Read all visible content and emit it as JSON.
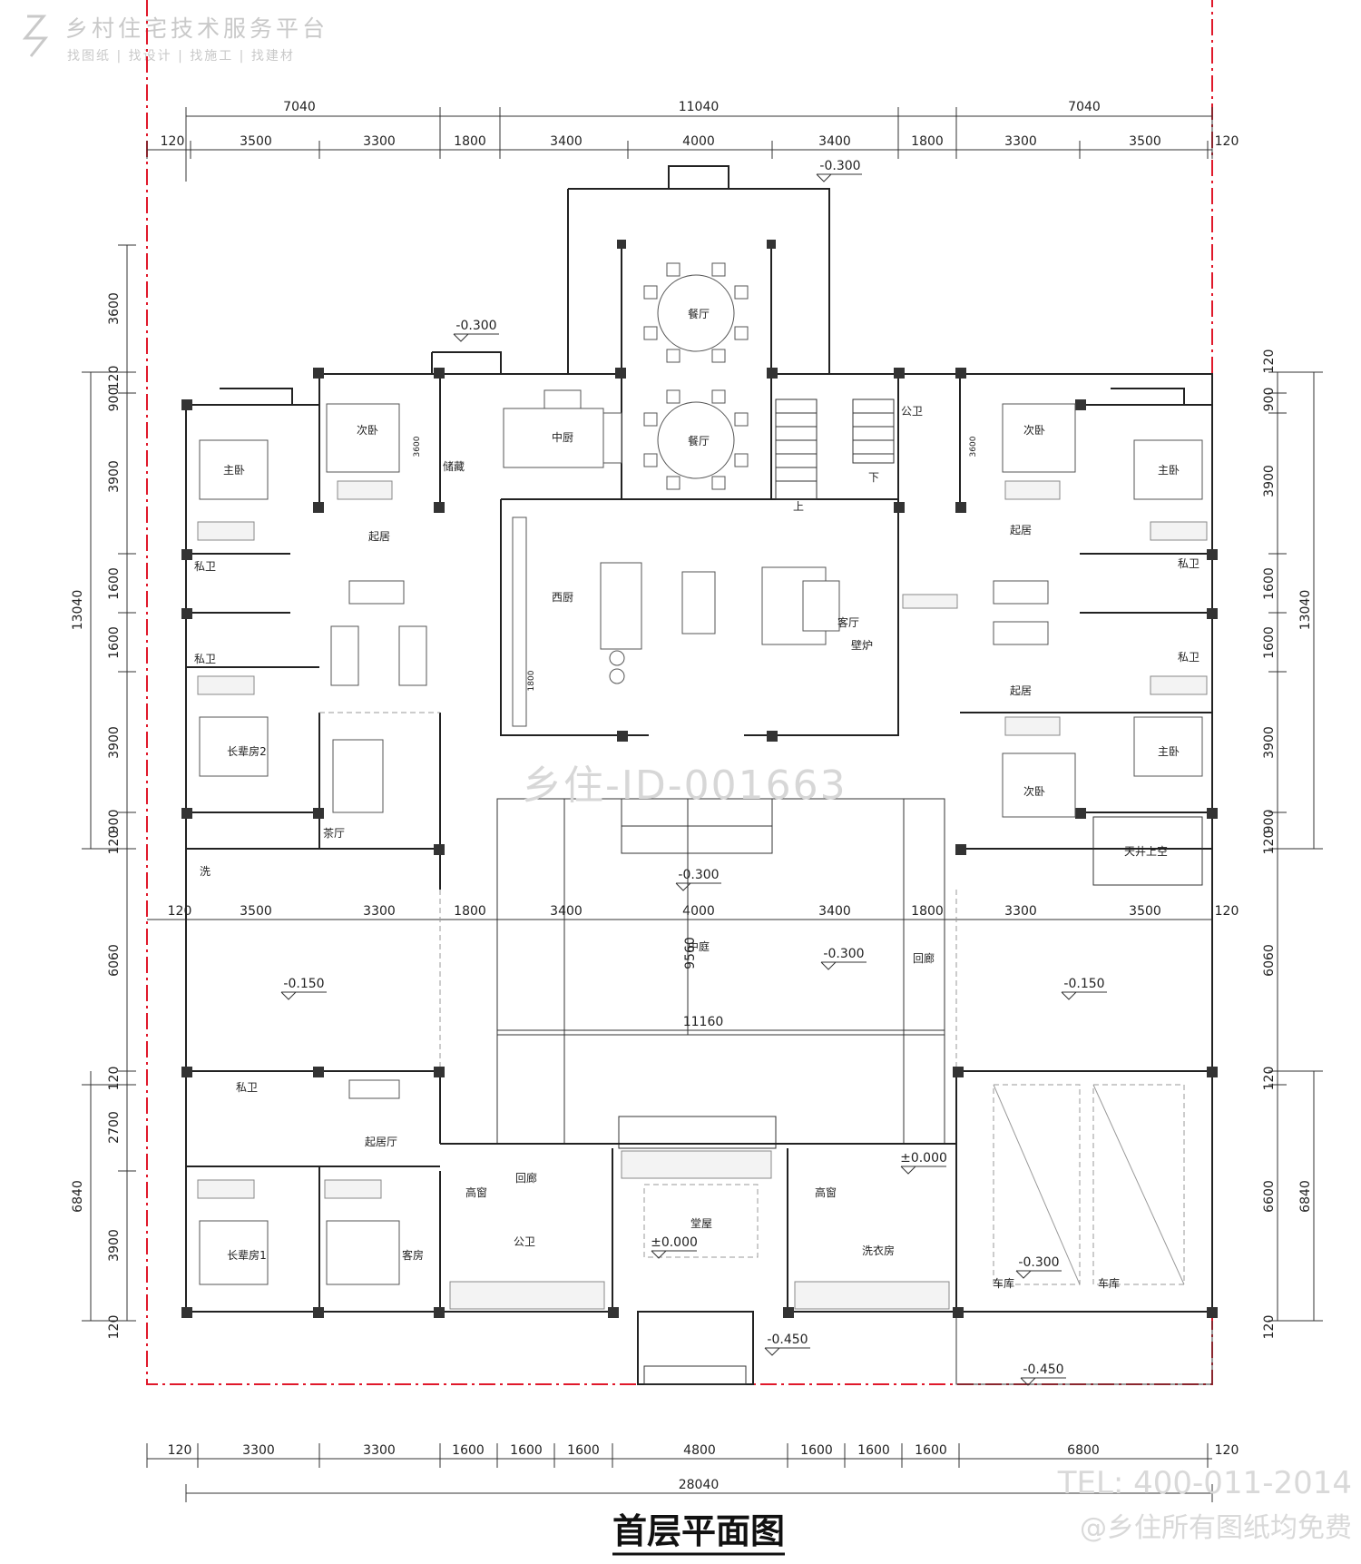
{
  "logo": {
    "name": "乡村住宅技术服务平台",
    "tagline": "找图纸 | 找设计 | 找施工 | 找建材"
  },
  "watermark": "乡住-ID-001663",
  "footer": {
    "tel": "TEL: 400-011-2014",
    "note": "@乡住所有图纸均免费"
  },
  "drawing_title": "首层平面图",
  "dimensions": {
    "top_total": [
      "7040",
      "11040",
      "7040"
    ],
    "top_sub": [
      "120",
      "3500",
      "3300",
      "1800",
      "3400",
      "4000",
      "3400",
      "1800",
      "3300",
      "3500",
      "120"
    ],
    "middle_sub": [
      "120",
      "3500",
      "3300",
      "1800",
      "3400",
      "4000",
      "3400",
      "1800",
      "3300",
      "3500",
      "120"
    ],
    "bottom_sub": [
      "120",
      "3300",
      "3300",
      "1600",
      "1600",
      "1600",
      "4800",
      "1600",
      "1600",
      "1600",
      "6800",
      "120"
    ],
    "bottom_total": "28040",
    "left_sub": [
      "3600",
      "120",
      "900",
      "3900",
      "1600",
      "1600",
      "3900",
      "900",
      "120",
      "6060",
      "120",
      "2700",
      "3900",
      "120"
    ],
    "left_total": [
      "13040",
      "6840"
    ],
    "right_sub": [
      "120",
      "900",
      "3900",
      "1600",
      "1600",
      "3900",
      "900",
      "120",
      "6060",
      "120",
      "6600",
      "120"
    ],
    "right_total": [
      "13040",
      "6840"
    ],
    "courtyard_width": "11160",
    "courtyard_depth": "9560",
    "small_dims": [
      "3600",
      "3600",
      "1800"
    ]
  },
  "levels": {
    "l1": "-0.300",
    "l2": "-0.300",
    "l3": "-0.300",
    "l4": "-0.300",
    "l5": "-0.150",
    "l6": "-0.150",
    "l7": "±0.000",
    "l8": "±0.000",
    "l9": "-0.300",
    "l10": "-0.450",
    "l11": "-0.450"
  },
  "rooms": {
    "dining1": "餐厅",
    "dining2": "餐厅",
    "chinese_kitchen": "中厨",
    "storage": "储藏",
    "western_kitchen": "西厨",
    "living_room": "客厅",
    "public_wc_top": "公卫",
    "stair_up": "上",
    "stair_down": "下",
    "l_secondary": "次卧",
    "l_master": "主卧",
    "l_sitting1": "起居",
    "l_private_wc1": "私卫",
    "l_private_wc2": "私卫",
    "l_elder2": "长辈房2",
    "l_tea": "茶厅",
    "l_wash": "洗",
    "r_secondary1": "次卧",
    "r_master1": "主卧",
    "r_sitting1": "起居",
    "r_private_wc1": "私卫",
    "r_private_wc2": "私卫",
    "r_sitting2": "起居",
    "r_master2": "主卧",
    "r_secondary2": "次卧",
    "r_lightwell": "天井上空",
    "courtyard": "中庭",
    "r_corridor": "回廊",
    "b_corridor": "回廊",
    "bl_private_wc": "私卫",
    "bl_sitting": "起居厅",
    "bl_elder1": "长辈房1",
    "bl_guest": "客房",
    "high_window1": "高窗",
    "high_window2": "高窗",
    "public_wc_bottom": "公卫",
    "main_hall": "堂屋",
    "laundry": "洗衣房",
    "garage1": "车库",
    "garage2": "车库",
    "fireplace": "壁炉"
  }
}
